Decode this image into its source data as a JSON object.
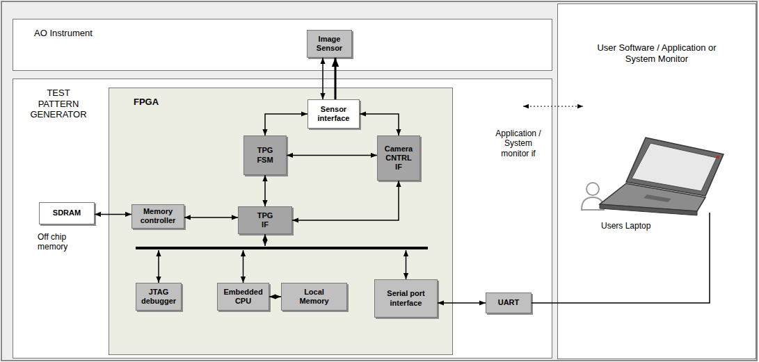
{
  "diagram": {
    "nodes": [
      {
        "text": [
          "AO Instrument"
        ]
      },
      {
        "text": [
          "Image Sensor"
        ],
        "in": 0
      },
      {
        "text": [
          "TEST PATTERN GENERATOR"
        ]
      },
      {
        "text": [
          "FPGA"
        ],
        "in": 2
      },
      {
        "text": [
          "Sensor interface"
        ],
        "in": 3
      },
      {
        "text": [
          "TPG FSM"
        ],
        "in": 3
      },
      {
        "text": [
          "Camera CNTRL IF"
        ],
        "in": 3
      },
      {
        "text": [
          "Memory controller"
        ],
        "in": 3
      },
      {
        "text": [
          "TPG IF"
        ],
        "in": 3
      },
      {
        "text": [
          "JTAG debugger"
        ],
        "in": 3
      },
      {
        "text": [
          "Embedded CPU"
        ],
        "in": 3
      },
      {
        "text": [
          "Local Memory"
        ],
        "in": 3
      },
      {
        "text": [
          "Serial port interface"
        ],
        "in": 3
      },
      {
        "text": [
          "SDRAM"
        ],
        "in": 2
      },
      {
        "text": [
          "UART"
        ],
        "in": 2
      },
      {
        "text": [
          "User Software / Application or System Monitor"
        ]
      }
    ],
    "edges": [
      {
        "from": 4,
        "to": 1,
        "arrow": "to"
      },
      {
        "from": 1,
        "to": 4,
        "arrow": "both"
      },
      {
        "from": 4,
        "to": 5,
        "arrow": "both"
      },
      {
        "from": 4,
        "to": 6,
        "arrow": "both"
      },
      {
        "from": 5,
        "to": 6,
        "arrow": "both"
      },
      {
        "from": 5,
        "to": 8,
        "arrow": "both"
      },
      {
        "from": 6,
        "to": 8,
        "arrow": "both"
      },
      {
        "from": 7,
        "to": 8,
        "arrow": "both"
      },
      {
        "from": 13,
        "to": 7,
        "arrow": "both"
      },
      {
        "from": 10,
        "to": 11,
        "arrow": "both"
      },
      {
        "from": 12,
        "to": 14,
        "arrow": "both"
      }
    ],
    "labels": [
      "Off chip memory",
      "Application / System monitor if",
      "Users Laptop"
    ]
  }
}
